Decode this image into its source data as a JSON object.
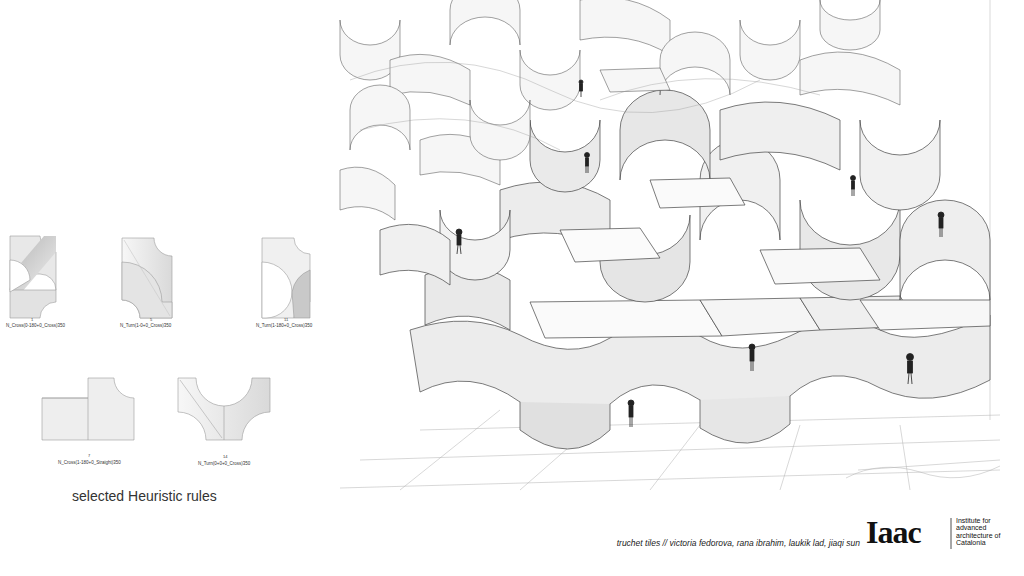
{
  "diagram": {
    "labels": [
      "1",
      "N_Cross(0-180+0_Cross)350",
      "5",
      "N_Turn(1-0+0_Cross)350",
      "11",
      "N_Turn(1-180+0_Cross)350",
      "7",
      "N_Cross(1-180+0_Straight)350",
      "14",
      "N_Turn(0+0+0_Cross)350",
      "selected Heuristic rules",
      "truchet tiles // victoria fedorova, rana ibrahim, laukik lad, jiaqi sun",
      "Iaac",
      "Institute for advanced architecture of Catalonia"
    ]
  }
}
